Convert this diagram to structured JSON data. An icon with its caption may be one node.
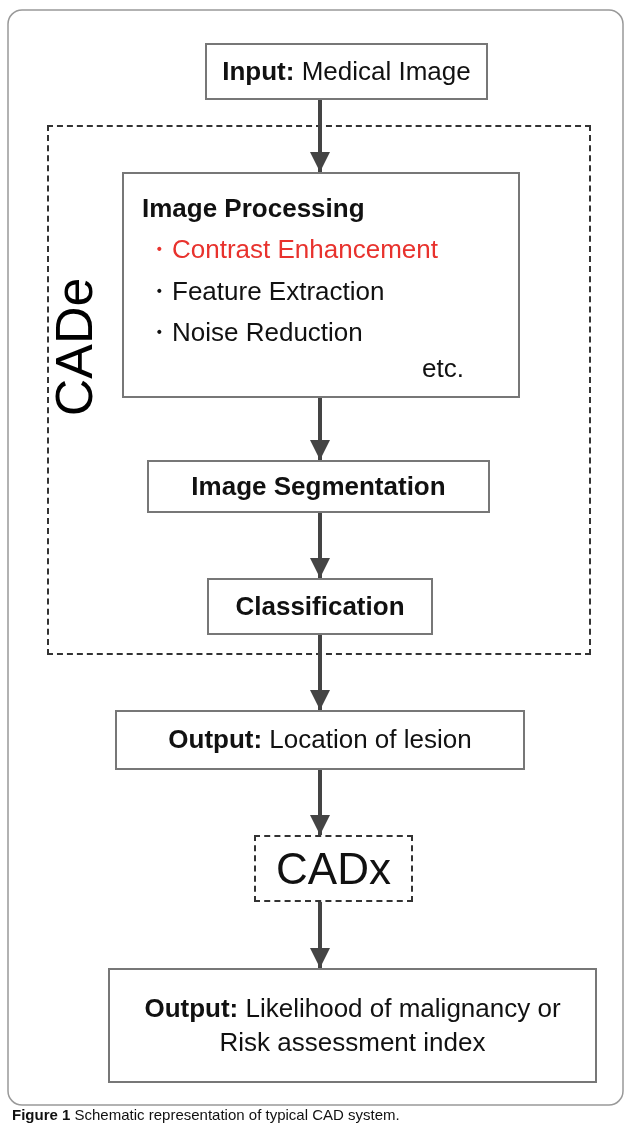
{
  "diagram": {
    "caption": "**Figure 1** Schematic representation of typical CAD system.",
    "nodes": [
      {
        "text": [
          "**Input:**  Medical Image"
        ]
      },
      {
        "text": [
          "CADe"
        ]
      },
      {
        "text": [
          "Image Processing",
          "・Contrast Enhancement",
          "・Feature Extraction",
          "・Noise Reduction",
          "etc."
        ],
        "in": 1
      },
      {
        "text": [
          "Image Segmentation"
        ],
        "in": 1
      },
      {
        "text": [
          "Classification"
        ],
        "in": 1
      },
      {
        "text": [
          "**Output:**  Location of lesion"
        ]
      },
      {
        "text": [
          "CADx"
        ]
      },
      {
        "text": [
          "**Output:**  Likelihood of malignancy or Risk assessment index"
        ]
      }
    ],
    "edges": [
      {
        "from": 0,
        "to": 2,
        "arrow": "to"
      },
      {
        "from": 2,
        "to": 3,
        "arrow": "to"
      },
      {
        "from": 3,
        "to": 4,
        "arrow": "to"
      },
      {
        "from": 4,
        "to": 5,
        "arrow": "to"
      },
      {
        "from": 5,
        "to": 6,
        "arrow": "to"
      },
      {
        "from": 6,
        "to": 7,
        "arrow": "to"
      }
    ]
  }
}
